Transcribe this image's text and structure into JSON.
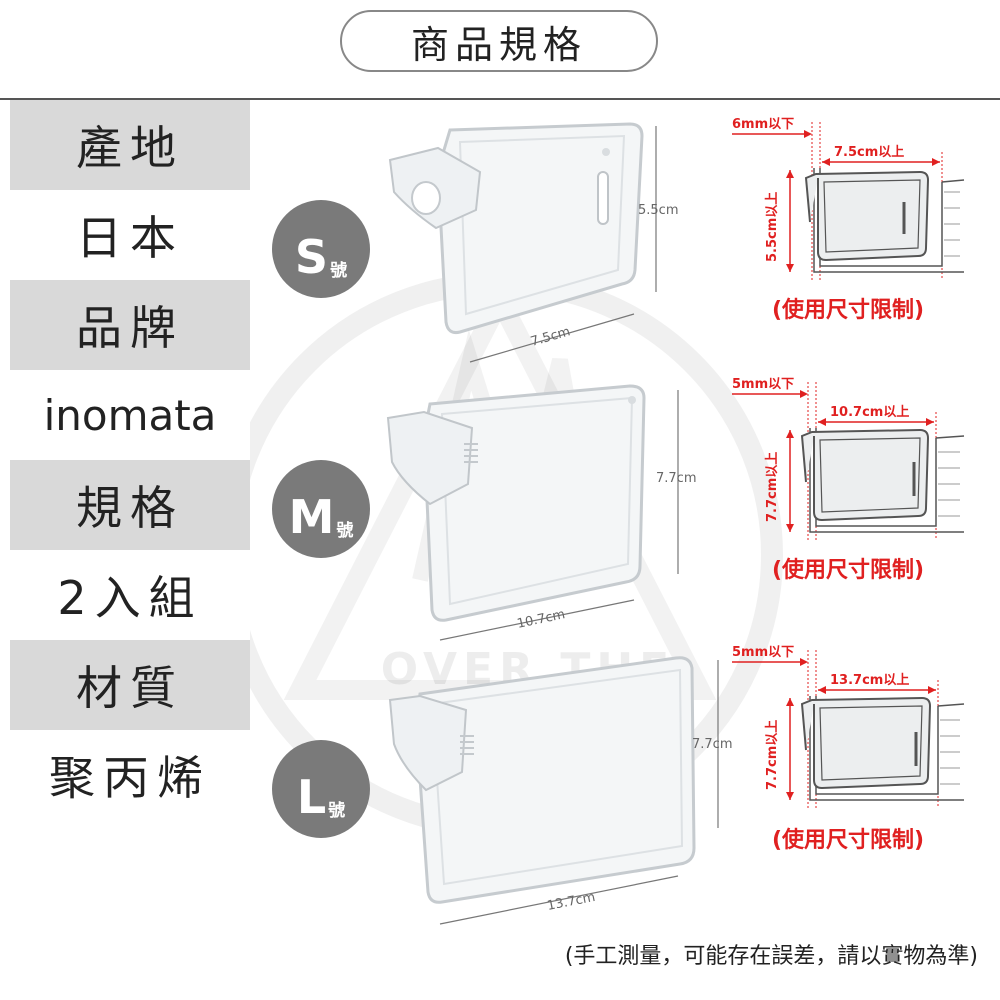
{
  "title": "商品規格",
  "spec": [
    {
      "label": "產地",
      "value": "日本"
    },
    {
      "label": "品牌",
      "value": "inomata"
    },
    {
      "label": "規格",
      "value": "2入組"
    },
    {
      "label": "材質",
      "value": "聚丙烯"
    }
  ],
  "watermark": "OVER THE TOP",
  "sizes": [
    {
      "letter": "S",
      "suffix": "號",
      "width_label": "7.5cm",
      "height_label": "5.5cm",
      "gap_label": "6mm以下",
      "min_width_label": "7.5cm以上",
      "min_height_label": "5.5cm以上",
      "note": "(使用尺寸限制)"
    },
    {
      "letter": "M",
      "suffix": "號",
      "width_label": "10.7cm",
      "height_label": "7.7cm",
      "gap_label": "5mm以下",
      "min_width_label": "10.7cm以上",
      "min_height_label": "7.7cm以上",
      "note": "(使用尺寸限制)"
    },
    {
      "letter": "L",
      "suffix": "號",
      "width_label": "13.7cm",
      "height_label": "7.7cm",
      "gap_label": "5mm以下",
      "min_width_label": "13.7cm以上",
      "min_height_label": "7.7cm以上",
      "note": "(使用尺寸限制)"
    }
  ],
  "footnote": "(手工測量，可能存在誤差，請以實物為準)",
  "colors": {
    "accent_red": "#e02020",
    "badge_gray": "#7a7a7a",
    "label_gray": "#d9d9d9"
  }
}
